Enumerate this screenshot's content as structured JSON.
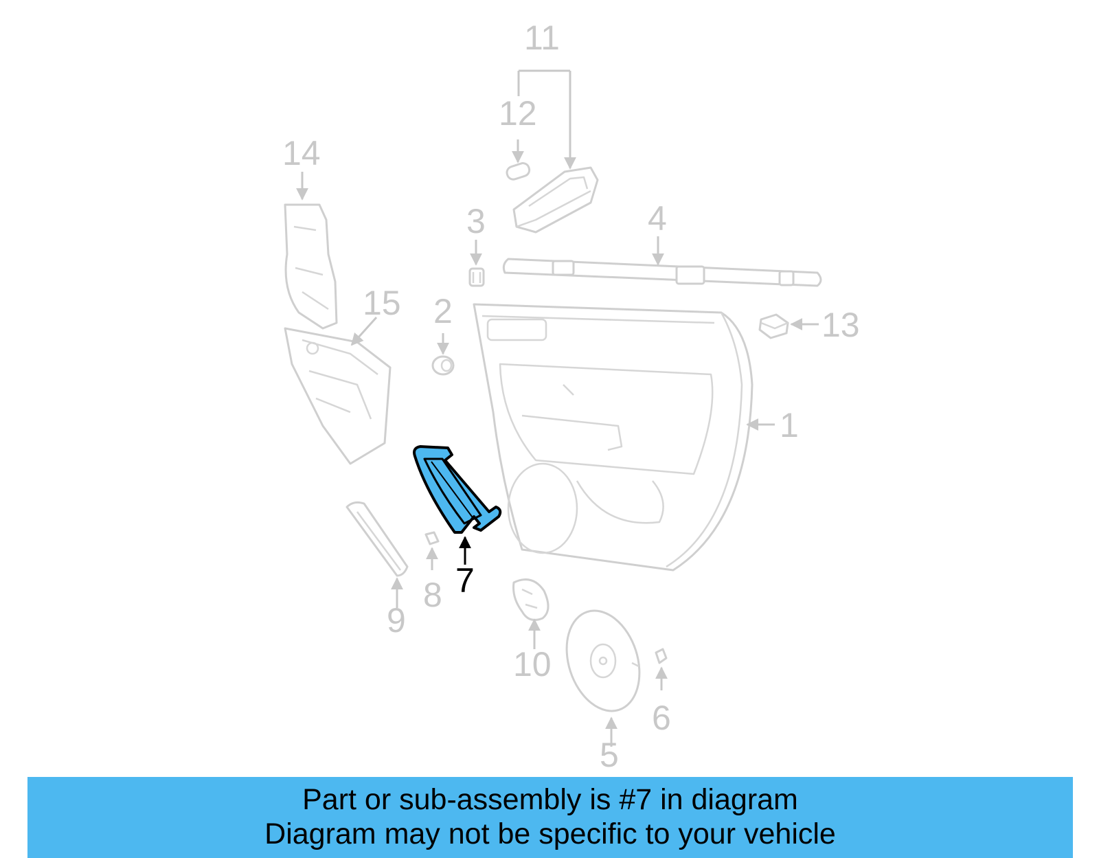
{
  "callouts": [
    {
      "id": "1",
      "label": "1"
    },
    {
      "id": "2",
      "label": "2"
    },
    {
      "id": "3",
      "label": "3"
    },
    {
      "id": "4",
      "label": "4"
    },
    {
      "id": "5",
      "label": "5"
    },
    {
      "id": "6",
      "label": "6"
    },
    {
      "id": "7",
      "label": "7"
    },
    {
      "id": "8",
      "label": "8"
    },
    {
      "id": "9",
      "label": "9"
    },
    {
      "id": "10",
      "label": "10"
    },
    {
      "id": "11",
      "label": "11"
    },
    {
      "id": "12",
      "label": "12"
    },
    {
      "id": "13",
      "label": "13"
    },
    {
      "id": "14",
      "label": "14"
    },
    {
      "id": "15",
      "label": "15"
    }
  ],
  "highlighted_part": "7",
  "colors": {
    "highlight_fill": "#4db8f0",
    "inactive_line": "#c8c8c8",
    "banner_bg": "#4db8f0"
  },
  "banner": {
    "line1": "Part or sub-assembly is #7 in diagram",
    "line2": "Diagram may not be specific to your vehicle"
  }
}
